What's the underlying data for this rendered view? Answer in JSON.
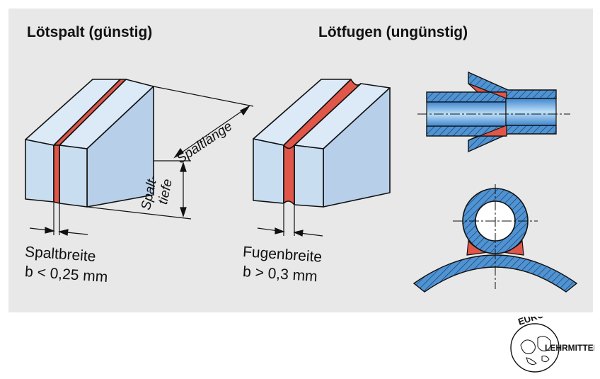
{
  "titles": {
    "left": "Lötspalt (günstig)",
    "right": "Lötfugen (ungünstig)"
  },
  "labels": {
    "spaltlaenge": "Spaltlänge",
    "spalttiefe_1": "Spalt-",
    "spalttiefe_2": "tiefe",
    "spaltbreite": "Spaltbreite",
    "spaltbreite_formula": "b < 0,25 mm",
    "fugenbreite": "Fugenbreite",
    "fugenbreite_formula": "b > 0,3 mm"
  },
  "logo": {
    "text_top": "EUROPA",
    "text_right": "LEHRMITTEL"
  },
  "colors": {
    "block_fill": "#c9ddf1",
    "block_top": "#dce9f6",
    "block_side": "#b7cfe8",
    "solder": "#e0574a",
    "pipe_blue": "#4f93d3",
    "background_panel": "#e8e8e8"
  }
}
